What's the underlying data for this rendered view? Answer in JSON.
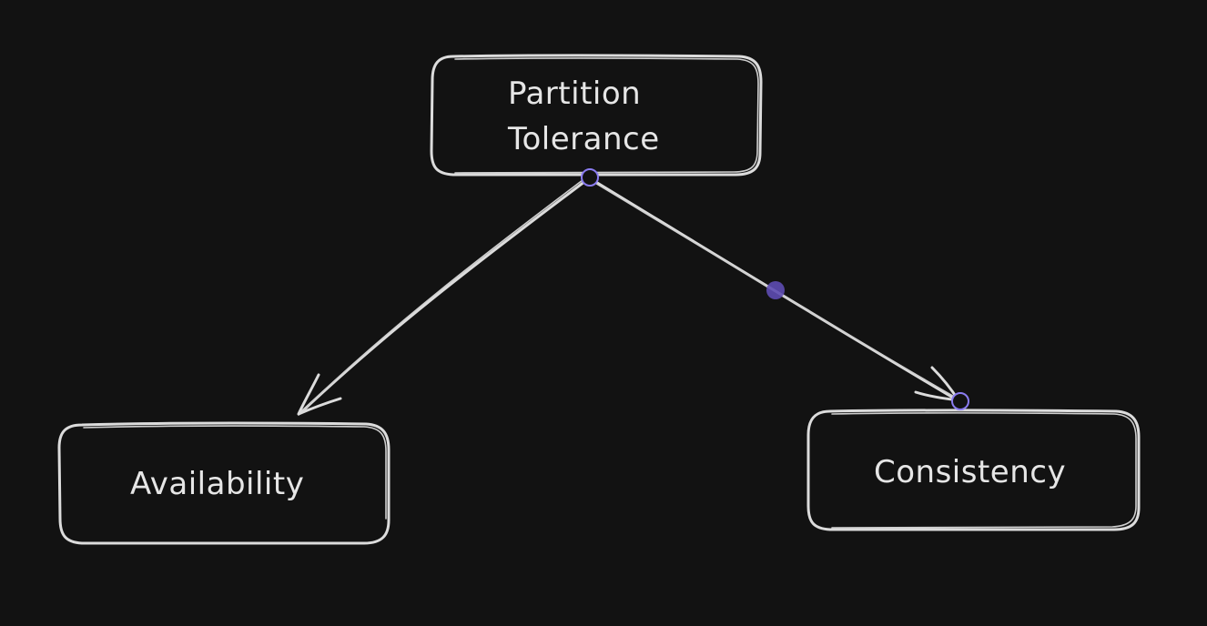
{
  "nodes": {
    "partition": {
      "line1": "Partition",
      "line2": "Tolerance"
    },
    "availability": {
      "label": "Availability"
    },
    "consistency": {
      "label": "Consistency"
    }
  },
  "colors": {
    "background": "#121212",
    "stroke": "#dcdcdc",
    "selection_handle": "#7b6cd9"
  }
}
